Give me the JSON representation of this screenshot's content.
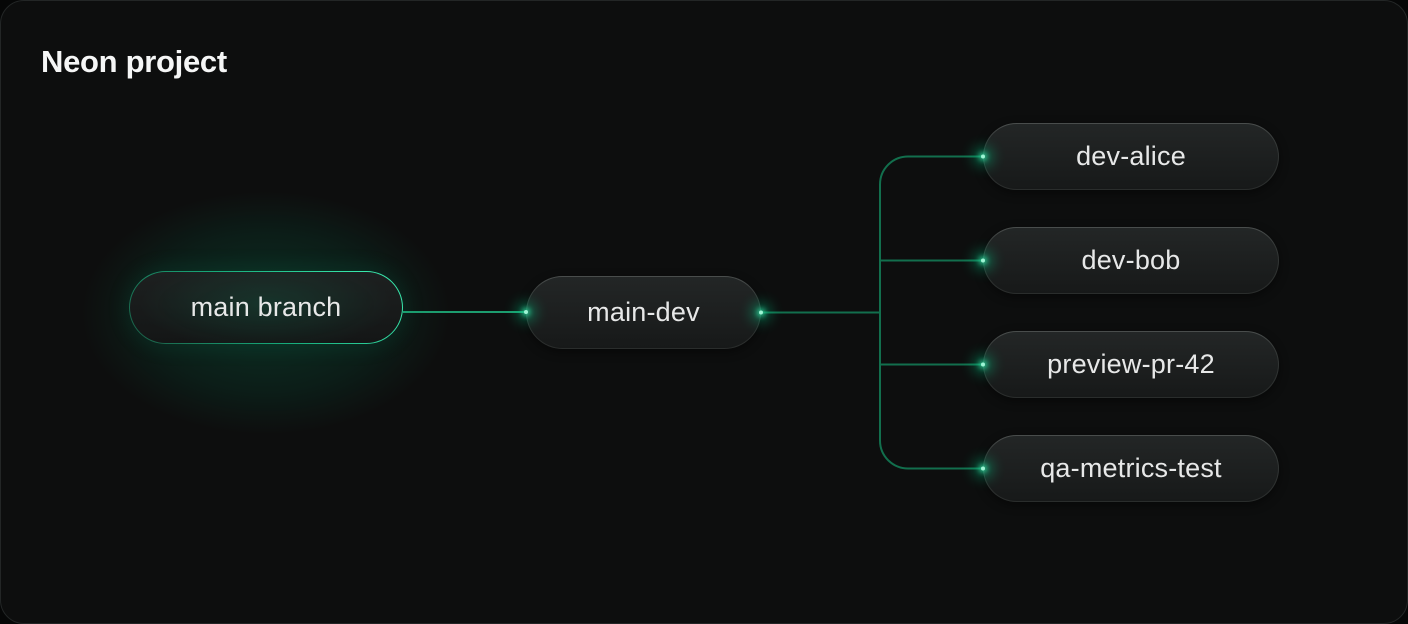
{
  "window": {
    "title": "Neon project"
  },
  "colors": {
    "accent_green": "#00e599",
    "line_green": "#126f4d",
    "line_green_bright": "#1c9c6e",
    "endpoint_green": "#35e2a6",
    "card_bg": "#0d0e0e",
    "card_border": "#232626",
    "title_color": "#f5f6f6",
    "label_color": "#e7e8e8",
    "node_bg_top": "#232626",
    "node_bg_bottom": "#171919"
  },
  "diagram": {
    "nodes": [
      {
        "id": "main-branch",
        "label": "main branch",
        "role": "root"
      },
      {
        "id": "main-dev",
        "label": "main-dev",
        "role": "child"
      },
      {
        "id": "dev-alice",
        "label": "dev-alice",
        "role": "leaf"
      },
      {
        "id": "dev-bob",
        "label": "dev-bob",
        "role": "leaf"
      },
      {
        "id": "preview-pr-42",
        "label": "preview-pr-42",
        "role": "leaf"
      },
      {
        "id": "qa-metrics-test",
        "label": "qa-metrics-test",
        "role": "leaf"
      }
    ],
    "edges": [
      {
        "from": "main-branch",
        "to": "main-dev"
      },
      {
        "from": "main-dev",
        "to": "dev-alice"
      },
      {
        "from": "main-dev",
        "to": "dev-bob"
      },
      {
        "from": "main-dev",
        "to": "preview-pr-42"
      },
      {
        "from": "main-dev",
        "to": "qa-metrics-test"
      }
    ]
  }
}
